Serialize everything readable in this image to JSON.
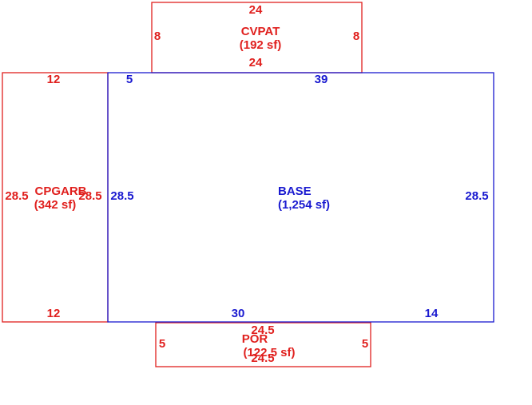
{
  "colors": {
    "base": "#1a1ad0",
    "addition": "#e0201e",
    "background": "#ffffff"
  },
  "areas": {
    "cvpat": {
      "name": "CVPAT",
      "area": "(192 sf)",
      "dims": {
        "top": "24",
        "bottom": "24",
        "left": "8",
        "right": "8"
      }
    },
    "base": {
      "name": "BASE",
      "area": "(1,254 sf)",
      "dims": {
        "top_a": "5",
        "top_b": "39",
        "left": "28.5",
        "right": "28.5",
        "bottom_a": "30",
        "bottom_b": "14"
      }
    },
    "cpgarb": {
      "name": "CPGARB",
      "area": "(342 sf)",
      "dims": {
        "top": "12",
        "bottom": "12",
        "left": "28.5",
        "right": "28.5"
      }
    },
    "por": {
      "name": "POR",
      "area": "(122.5 sf)",
      "dims": {
        "top": "24.5",
        "bottom": "24.5",
        "left": "5",
        "right": "5"
      }
    }
  }
}
